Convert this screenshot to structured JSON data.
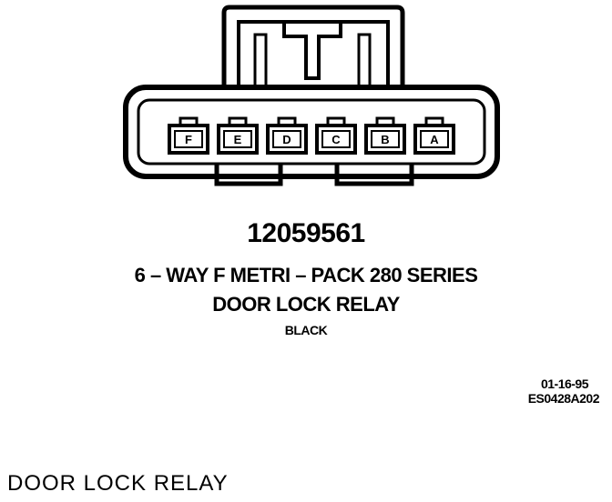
{
  "diagram": {
    "part_number": "12059561",
    "description": "6 – WAY F METRI – PACK 280 SERIES",
    "name": "DOOR LOCK RELAY",
    "color": "BLACK",
    "date_code": "01-16-95",
    "figure_code": "ES0428A202",
    "caption": "DOOR LOCK RELAY",
    "terminals": [
      "F",
      "E",
      "D",
      "C",
      "B",
      "A"
    ]
  },
  "colors": {
    "ink": "#000000",
    "paper": "#ffffff"
  }
}
